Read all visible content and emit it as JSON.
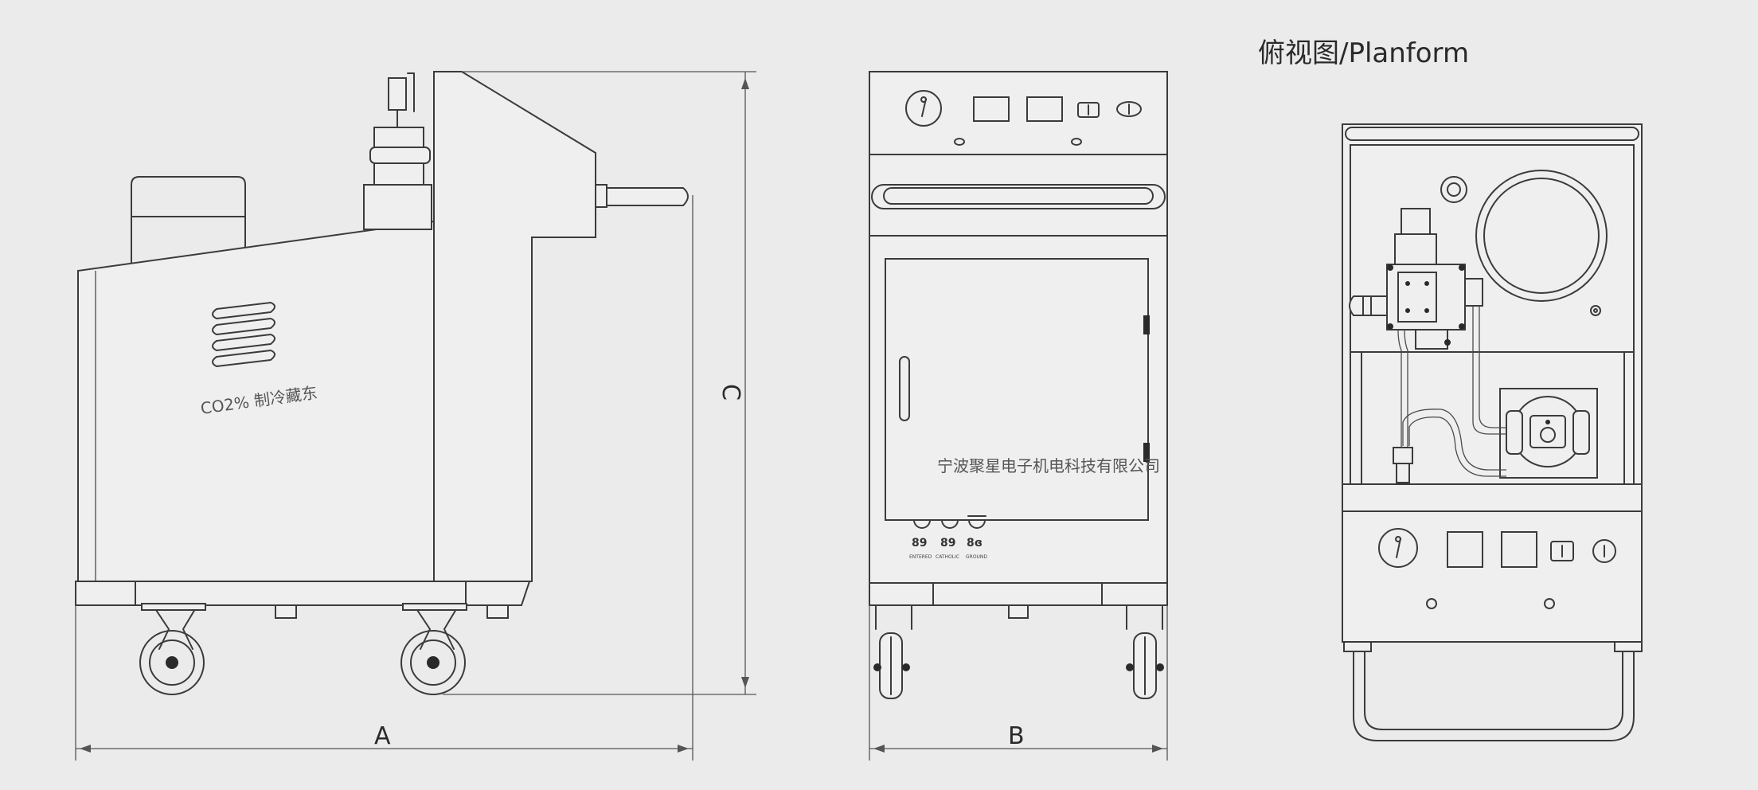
{
  "title": "俯视图/Planform",
  "side_view": {
    "panel_text": "CO2% 制冷藏东",
    "dim_a": "A",
    "dim_c": "C"
  },
  "front_view": {
    "door_text": "宁波聚星电子机电科技有限公司",
    "port_labels": [
      "89",
      "89",
      "8ɞ"
    ],
    "port_sublabels": [
      "ENTERED",
      "CATHOLIC",
      "GROUND"
    ],
    "dim_b": "B"
  }
}
